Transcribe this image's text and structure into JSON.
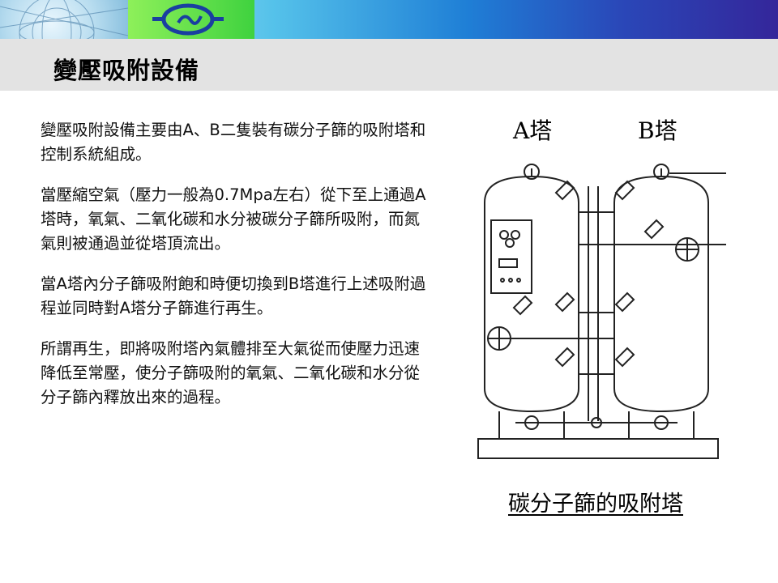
{
  "title": "變壓吸附設備",
  "paragraphs": [
    "變壓吸附設備主要由A、B二隻裝有碳分子篩的吸附塔和控制系統組成。",
    "當壓縮空氣（壓力一般為0.7Mpa左右）從下至上通過A塔時，氧氣、二氧化碳和水分被碳分子篩所吸附，而氮氣則被通過並從塔頂流出。",
    "當A塔內分子篩吸附飽和時便切換到B塔進行上述吸附過程並同時對A塔分子篩進行再生。",
    "所謂再生，即將吸附塔內氣體排至大氣從而使壓力迅速降低至常壓，使分子篩吸附的氧氣、二氧化碳和水分從分子篩內釋放出來的過程。"
  ],
  "figure": {
    "tower_a_label": "A塔",
    "tower_b_label": "B塔",
    "caption": "碳分子篩的吸附塔"
  },
  "colors": {
    "header_gradient_start": "#dff3fb",
    "header_gradient_end": "#34269a",
    "logo_bg": "#5fe04a",
    "logo_mark": "#1a3fa0",
    "title_band": "#e3e3e3"
  }
}
